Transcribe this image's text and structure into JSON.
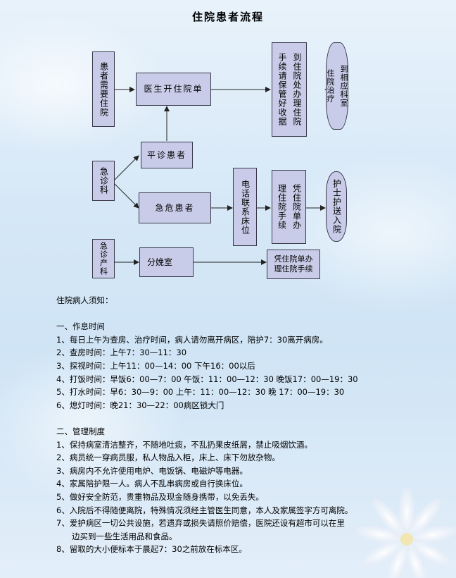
{
  "title": "住院患者流程",
  "flow": {
    "patient_need": "患者需要住院",
    "doctor_order": "医生开住院单",
    "office": "到住院处办理住院",
    "procedures": "手续请保管好收据",
    "dept_line1": "到相应科室",
    "dept_line2": "住院治疗",
    "emergency": "急诊科",
    "regular_patient": "平诊患者",
    "critical_patient": "急危患者",
    "phone_bed": "电话联系床位",
    "receipt_a": "凭住院单办",
    "receipt_b": "理住院手续",
    "nurse_escort": "护士护送入院",
    "obstetric_er": "急诊产科",
    "delivery_room": "分娩室",
    "delivery_proc_1": "凭住院单办",
    "delivery_proc_2": "理住院手续"
  },
  "notes": {
    "heading": "住院病人须知：",
    "section1_title": "一、作息时间",
    "s1": [
      "1、每日上午为查房、治疗时间，病人请勿离开病区，陪护7：30离开病房。",
      "2、查房时间：上午7：30—11：30",
      "3、探视时间：上午11：00—14：00 下午16：00以后",
      "4、打饭时间：早饭6：00—7：00 午饭：11：00—12：30 晚饭17：00—19：30",
      "5、打水时间：早6：30—9：00 上午：11：00—12：30 晚 17：00—19：30",
      "6、熄灯时间：晚21：30—22：00病区锁大门"
    ],
    "section2_title": "二、管理制度",
    "s2": [
      "1、保持病室清洁整齐，不随地吐痰，不乱扔果皮纸屑，禁止吸烟饮酒。",
      "2、病员统一穿病员服，私人物品入柜，床上、床下勿放杂物。",
      "3、病房内不允许使用电炉、电饭锅、电磁炉等电器。",
      "4、家属陪护限一人。病人不乱串病房或自行换床位。",
      "5、做好安全防范，贵重物品及现金随身携带，以免丢失。",
      "6、入院后不得随便离院，特殊情况须经主管医生同意，本人及家属签字方可离院。",
      "7、爱护病区一切公共设施，若遗弃或损失请照价赔偿，医院还设有超市可以在里",
      "边买到一些生活用品和食品。",
      "8、留取的大小便标本于晨起7：30之前放在标本区。"
    ]
  }
}
